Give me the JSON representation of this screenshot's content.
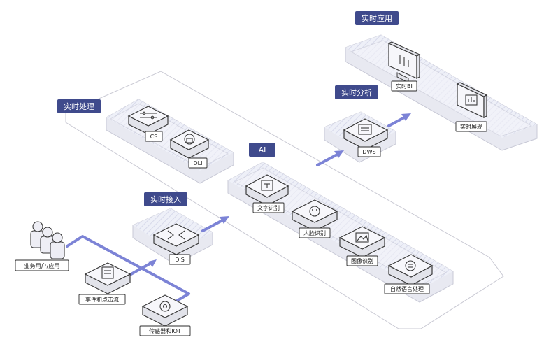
{
  "groups": {
    "realtime_processing": "实时处理",
    "realtime_access": "实时接入",
    "ai": "AI",
    "realtime_analysis": "实时分析",
    "realtime_application": "实时应用"
  },
  "nodes": {
    "users": "业务用户/应用",
    "events": "事件和点击流",
    "sensors": "传感器和IOT",
    "dis": "DIS",
    "cs": "CS",
    "dli": "DLI",
    "ocr": "文字识别",
    "face": "人脸识别",
    "image": "图像识别",
    "nlp": "自然语言处理",
    "dws": "DWS",
    "bi": "实时BI",
    "screen": "实时展现"
  },
  "colors": {
    "badge": "#3f4a8c",
    "flow": "#7c83d6",
    "plate": "#f4f4fa"
  }
}
